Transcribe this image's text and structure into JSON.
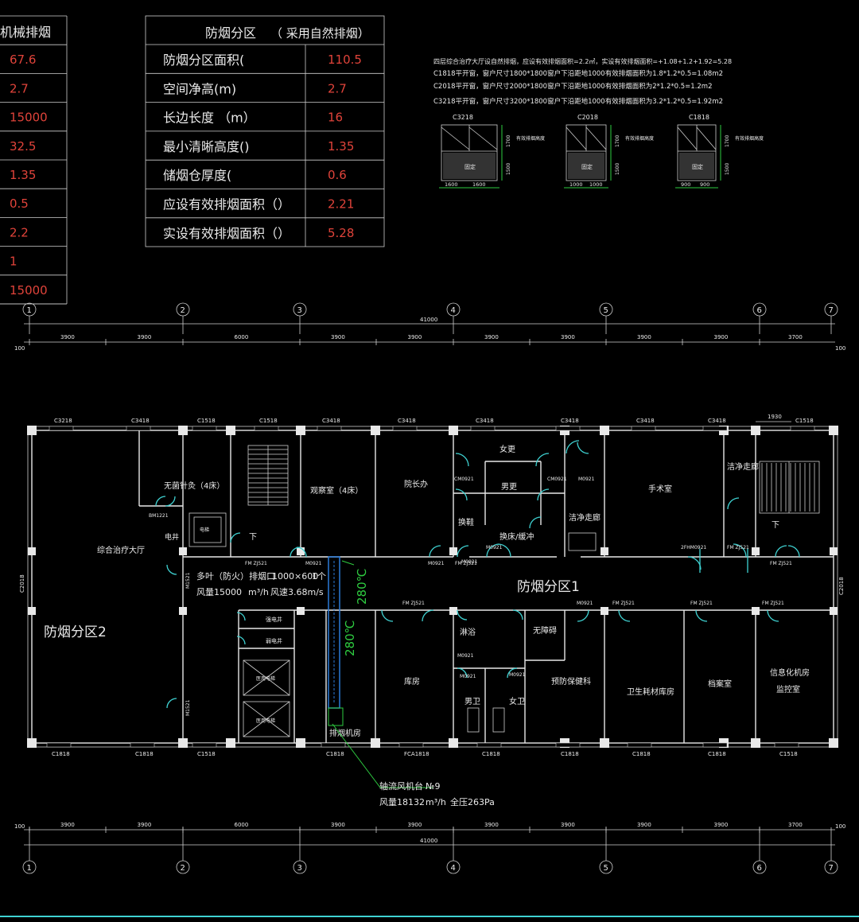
{
  "left_table": {
    "header": "机械排烟",
    "values": [
      "67.6",
      "2.7",
      "15000",
      "32.5",
      "1.35",
      "0.5",
      "2.2",
      "1",
      "15000"
    ]
  },
  "main_table": {
    "header_a": "防烟分区",
    "header_b": "（ 采用自然排烟）",
    "rows": [
      {
        "label": "防烟分区面积(",
        "value": "110.5"
      },
      {
        "label": "空间净高(m)",
        "value": "2.7"
      },
      {
        "label": "长边长度 （m）",
        "value": "16"
      },
      {
        "label": "最小清晰高度()",
        "value": "1.35"
      },
      {
        "label": "储烟仓厚度(",
        "value": "0.6"
      },
      {
        "label": "应设有效排烟面积（）",
        "value": "2.21"
      },
      {
        "label": "实设有效排烟面积（）",
        "value": "5.28"
      }
    ]
  },
  "notes": [
    "四层综合治疗大厅设自然排烟，应设有效排烟面积=2.2㎡，实设有效排烟面积=+1.08+1.2+1.92=5.28",
    "C1818平开窗，窗户尺寸1800*1800窗户下沿距地1000有效排烟面积为1.8*1.2*0.5=1.08m2",
    "C2018平开窗，窗户尺寸2000*1800窗户下沿距地1000有效排烟面积为2*1.2*0.5=1.2m2",
    "C3218平开窗，窗户尺寸3200*1800窗户下沿距地1000有效排烟面积为3.2*1.2*0.5=1.92m2"
  ],
  "window_details": [
    {
      "name": "C3218",
      "h_top": "1700",
      "h_bot": "1500",
      "label": "有效排烟高度",
      "fixed": "固定",
      "w1": "1600",
      "w2": "1600"
    },
    {
      "name": "C2018",
      "h_top": "1700",
      "h_bot": "1500",
      "label": "有效排烟高度",
      "fixed": "固定",
      "w1": "1000",
      "w2": "1000"
    },
    {
      "name": "C1818",
      "h_top": "1700",
      "h_bot": "1500",
      "label": "有效排烟高度",
      "fixed": "固定",
      "w1": "900",
      "w2": "900"
    }
  ],
  "axes": [
    "1",
    "2",
    "3",
    "4",
    "5",
    "6",
    "7"
  ],
  "dims": [
    "3900",
    "3900",
    "6000",
    "3900",
    "3900",
    "3900",
    "3900",
    "3900",
    "3900",
    "3700"
  ],
  "total_dim": "41000",
  "edge_dim": "100",
  "window_tags_top": [
    "C3218",
    "C3418",
    "C1518",
    "C1518",
    "C3418",
    "C3418",
    "C3418",
    "C3418",
    "C3418",
    "C3418",
    "C1518"
  ],
  "window_tags_bottom": [
    "C1818",
    "C1818",
    "C1518",
    "C1818",
    "FCA1818",
    "C1818",
    "C1818",
    "C1818",
    "C1818",
    "C1518"
  ],
  "side_tags": {
    "left": "C2018",
    "right": "C2018",
    "dim_1930": "1930"
  },
  "rooms": [
    {
      "id": "zone2",
      "text": "防烟分区2"
    },
    {
      "id": "zone1",
      "text": "防烟分区1"
    },
    {
      "id": "hall",
      "text": "综合治疗大厅"
    },
    {
      "id": "acup",
      "text": "无菌针灸（4床）"
    },
    {
      "id": "obs",
      "text": "观察室（4床）"
    },
    {
      "id": "dean",
      "text": "院长办"
    },
    {
      "id": "female_change",
      "text": "女更"
    },
    {
      "id": "male_change",
      "text": "男更"
    },
    {
      "id": "change_shoe",
      "text": "换鞋"
    },
    {
      "id": "buffer",
      "text": "换床/缓冲"
    },
    {
      "id": "clean_corr",
      "text": "洁净走廊"
    },
    {
      "id": "surgery",
      "text": "手术室"
    },
    {
      "id": "clean_corr2",
      "text": "洁净走廊"
    },
    {
      "id": "shower",
      "text": "淋浴"
    },
    {
      "id": "barrier_free",
      "text": "无障碍"
    },
    {
      "id": "store",
      "text": "库房"
    },
    {
      "id": "prevent",
      "text": "预防保健科"
    },
    {
      "id": "supply",
      "text": "卫生耗材库房"
    },
    {
      "id": "archive",
      "text": "档案室"
    },
    {
      "id": "it1",
      "text": "信息化机房"
    },
    {
      "id": "it2",
      "text": "监控室"
    },
    {
      "id": "male_wc",
      "text": "男卫"
    },
    {
      "id": "female_wc",
      "text": "女卫"
    },
    {
      "id": "fan_room",
      "text": "排烟机房"
    },
    {
      "id": "strong_shaft",
      "text": "强电井"
    },
    {
      "id": "weak_shaft",
      "text": "弱电井"
    },
    {
      "id": "elev1",
      "text": "医用电梯"
    },
    {
      "id": "elev2",
      "text": "医用电梯"
    },
    {
      "id": "shaft",
      "text": "电井"
    },
    {
      "id": "elev0",
      "text": "电梯"
    }
  ],
  "door_tags": [
    "BM1221",
    "M0921",
    "M0921",
    "FM ZJ521",
    "FM ZJ521",
    "M0921",
    "FM ZJ521",
    "FM ZJ521",
    "FM ZJ521",
    "FM ZJ521",
    "FM ZJ521",
    "M0921",
    "CM0921",
    "CM0921",
    "M0921",
    "M0921",
    "M0921",
    "M0921",
    "M0921",
    "2FHM0921",
    "FM ZJ521",
    "M1521",
    "M1521"
  ],
  "smoke_notes": {
    "louver_a": "多叶（防火）排烟口",
    "louver_b": "1000×600",
    "louver_c": "1个",
    "air_a": "风量15000",
    "air_b": "m³/h",
    "air_c": "风速3.68m/s",
    "fan_a": "轴流风机台",
    "fan_b": "№9",
    "fan_c": "风量18132",
    "fan_d": "m³/h",
    "fan_e": "全压263Pa",
    "temp": "280℃",
    "temp2": "280℃",
    "down": "下"
  }
}
